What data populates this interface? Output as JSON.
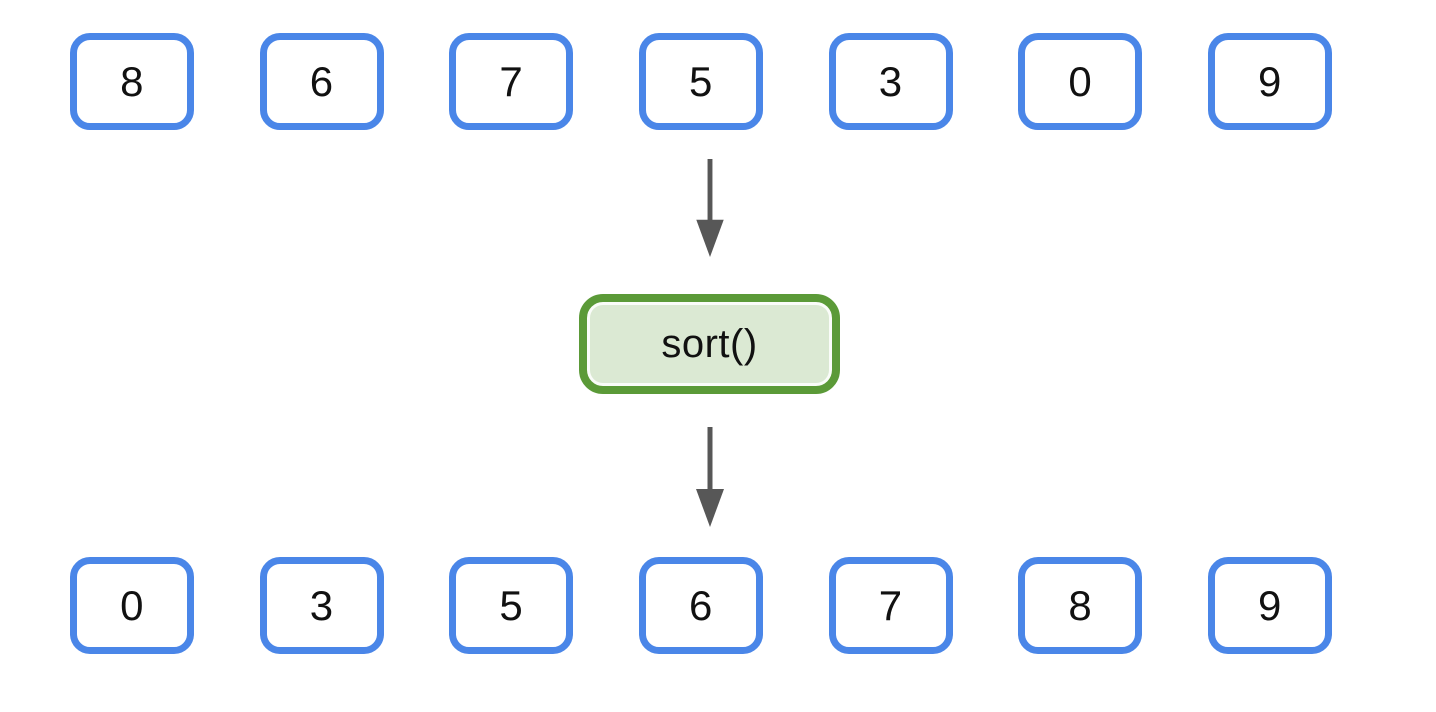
{
  "diagram": {
    "kind": "array-sort-flow",
    "input_array": {
      "values": [
        "8",
        "6",
        "7",
        "5",
        "3",
        "0",
        "9"
      ]
    },
    "operation": {
      "label": "sort()"
    },
    "output_array": {
      "values": [
        "0",
        "3",
        "5",
        "6",
        "7",
        "8",
        "9"
      ]
    },
    "colors": {
      "cell_border": "#4a86e8",
      "cell_fill": "#ffffff",
      "operation_border": "#5b9a38",
      "operation_fill": "#dbe9d3",
      "arrow": "#575757",
      "text": "#111111",
      "background": "#ffffff"
    }
  }
}
